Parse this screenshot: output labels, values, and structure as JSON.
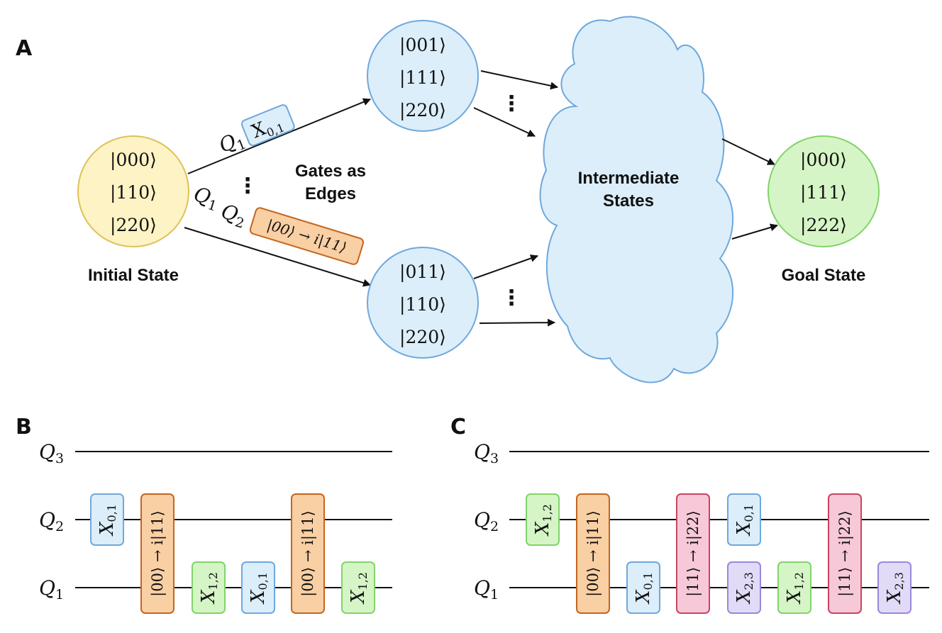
{
  "panels": {
    "a": "A",
    "b": "B",
    "c": "C"
  },
  "panel_a": {
    "initial_state": {
      "caption": "Initial State",
      "kets": [
        "|000⟩",
        "|110⟩",
        "|220⟩"
      ]
    },
    "upper_state": {
      "kets": [
        "|001⟩",
        "|111⟩",
        "|220⟩"
      ]
    },
    "lower_state": {
      "kets": [
        "|011⟩",
        "|110⟩",
        "|220⟩"
      ]
    },
    "goal_state": {
      "caption": "Goal State",
      "kets": [
        "|000⟩",
        "|111⟩",
        "|222⟩"
      ]
    },
    "cloud_label": [
      "Intermediate",
      "States"
    ],
    "edges_label": [
      "Gates as",
      "Edges"
    ],
    "upper_edge": {
      "qubit": "Q",
      "qubit_sub": "1",
      "gate": "X",
      "gate_sub": "0,1"
    },
    "lower_edge": {
      "qubit1": "Q",
      "qubit1_sub": "1",
      "qubit2": "Q",
      "qubit2_sub": "2",
      "gate": "|00⟩ → i|11⟩"
    },
    "dots": "⋮"
  },
  "panel_b": {
    "wires": [
      {
        "name": "Q",
        "sub": "3"
      },
      {
        "name": "Q",
        "sub": "2"
      },
      {
        "name": "Q",
        "sub": "1"
      }
    ],
    "gates": [
      {
        "label": "X",
        "sub": "0,1",
        "color": "blue"
      },
      {
        "label": "|00⟩ → i|11⟩",
        "color": "orange"
      },
      {
        "label": "X",
        "sub": "1,2",
        "color": "green"
      },
      {
        "label": "X",
        "sub": "0,1",
        "color": "blue"
      },
      {
        "label": "|00⟩ → i|11⟩",
        "color": "orange"
      },
      {
        "label": "X",
        "sub": "1,2",
        "color": "green"
      }
    ]
  },
  "panel_c": {
    "wires": [
      {
        "name": "Q",
        "sub": "3"
      },
      {
        "name": "Q",
        "sub": "2"
      },
      {
        "name": "Q",
        "sub": "1"
      }
    ],
    "gates": [
      {
        "label": "X",
        "sub": "1,2",
        "color": "green"
      },
      {
        "label": "|00⟩ → i|11⟩",
        "color": "orange"
      },
      {
        "label": "X",
        "sub": "0,1",
        "color": "blue"
      },
      {
        "label": "|11⟩ → i|22⟩",
        "color": "pink"
      },
      {
        "label": "X",
        "sub": "0,1",
        "color": "blue"
      },
      {
        "label": "X",
        "sub": "2,3",
        "color": "purple"
      },
      {
        "label": "X",
        "sub": "1,2",
        "color": "green"
      },
      {
        "label": "|11⟩ → i|22⟩",
        "color": "pink"
      },
      {
        "label": "X",
        "sub": "2,3",
        "color": "purple"
      }
    ]
  },
  "colors": {
    "blue_fill": "#dbeefa",
    "blue_stroke": "#6fa8dc",
    "orange_fill": "#f9cfa4",
    "orange_stroke": "#c4661f",
    "green_fill": "#d6f5c6",
    "green_stroke": "#82d36a",
    "yellow_fill": "#fdf3c4",
    "yellow_stroke": "#dcc25a",
    "pink_fill": "#f7c9d8",
    "pink_stroke": "#c9445e",
    "purple_fill": "#e2dbf7",
    "purple_stroke": "#9b86dc"
  }
}
